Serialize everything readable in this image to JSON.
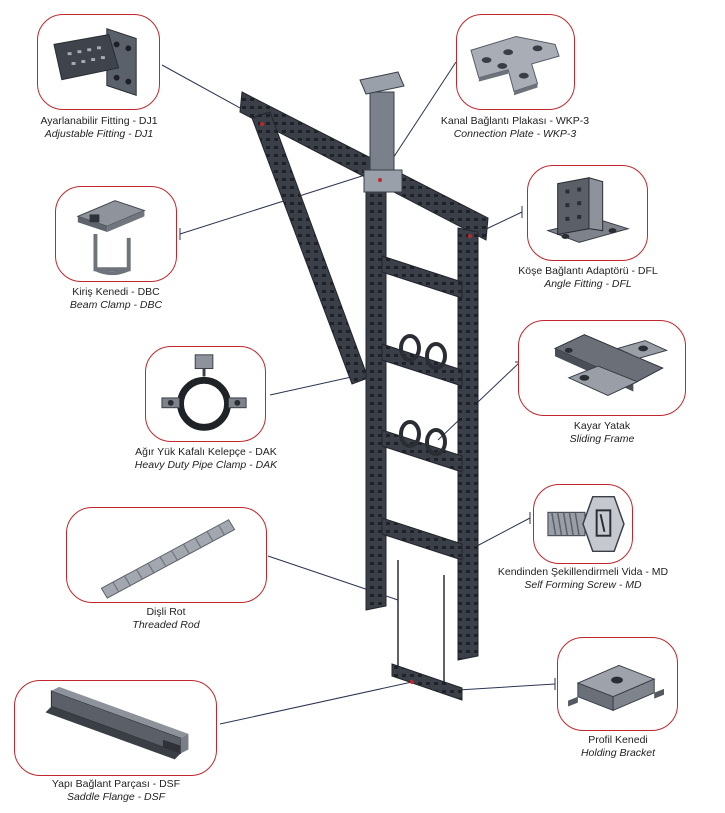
{
  "colors": {
    "accent": "#c0272d",
    "steel_dark": "#3a3f48",
    "steel_mid": "#6b717c",
    "steel_light": "#b9bec6",
    "leader": "#2b3550"
  },
  "components": [
    {
      "id": "dj1",
      "tr": "Ayarlanabilir Fitting - DJ1",
      "en": "Adjustable Fitting - DJ1",
      "icon": "adjustable-fitting-icon"
    },
    {
      "id": "wkp3",
      "tr": "Kanal Bağlantı Plakası - WKP-3",
      "en": "Connection Plate - WKP-3",
      "icon": "connection-plate-icon"
    },
    {
      "id": "dbc",
      "tr": "Kiriş Kenedi - DBC",
      "en": "Beam Clamp - DBC",
      "icon": "beam-clamp-icon"
    },
    {
      "id": "dfl",
      "tr": "Köşe Bağlantı Adaptörü - DFL",
      "en": "Angle Fitting - DFL",
      "icon": "angle-fitting-icon"
    },
    {
      "id": "sliding",
      "tr": "Kayar Yatak",
      "en": "Sliding Frame",
      "icon": "sliding-frame-icon"
    },
    {
      "id": "dak",
      "tr": "Ağır Yük Kafalı Kelepçe - DAK",
      "en": "Heavy Duty Pipe Clamp - DAK",
      "icon": "pipe-clamp-icon"
    },
    {
      "id": "md",
      "tr": "Kendinden Şekillendirmeli Vida - MD",
      "en": "Self Forming Screw - MD",
      "icon": "screw-icon"
    },
    {
      "id": "rod",
      "tr": "Dişli Rot",
      "en": "Threaded Rod",
      "icon": "threaded-rod-icon"
    },
    {
      "id": "holding",
      "tr": "Profil Kenedi",
      "en": "Holding Bracket",
      "icon": "holding-bracket-icon"
    },
    {
      "id": "dsf",
      "tr": "Yapı Bağlant Parçası - DSF",
      "en": "Saddle Flange - DSF",
      "icon": "saddle-flange-icon"
    }
  ]
}
